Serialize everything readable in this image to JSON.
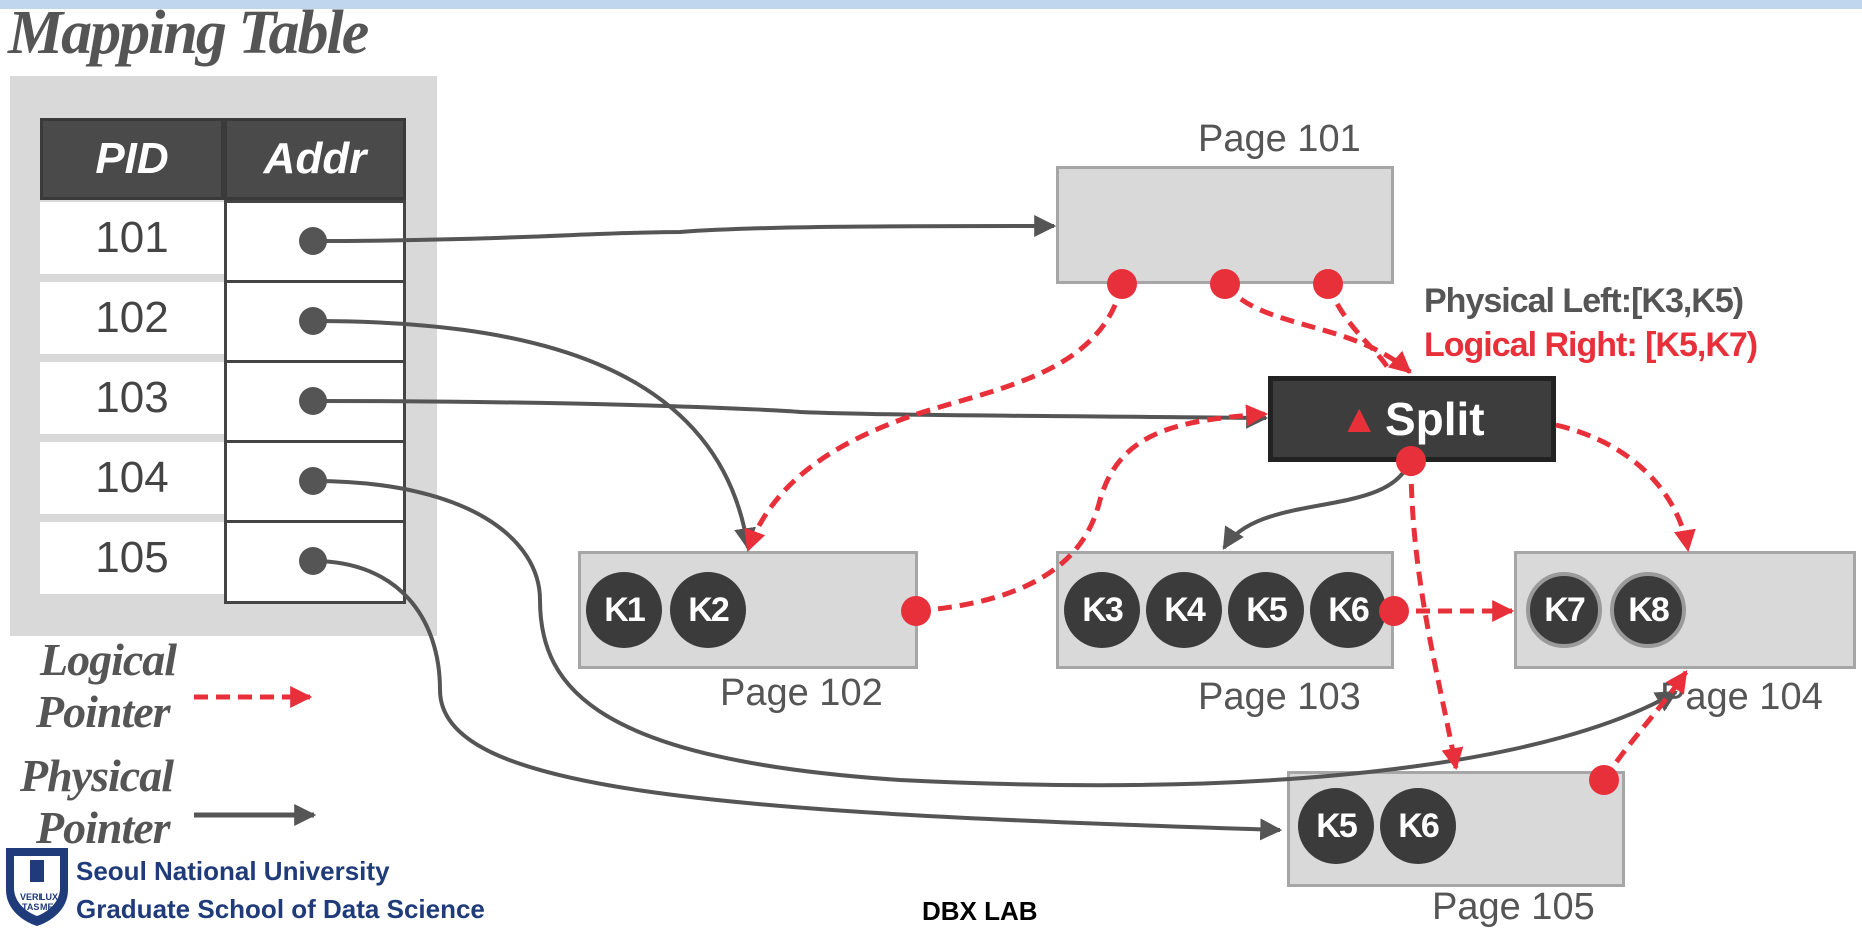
{
  "title": "Mapping Table",
  "table": {
    "headers": {
      "pid": "PID",
      "addr": "Addr"
    },
    "rows": [
      "101",
      "102",
      "103",
      "104",
      "105"
    ]
  },
  "legend": {
    "logical": [
      "Logical",
      "Pointer"
    ],
    "physical": [
      "Physical",
      "Pointer"
    ]
  },
  "pages": {
    "p101": "Page 101",
    "p102": "Page 102",
    "p103": "Page 103",
    "p104": "Page 104",
    "p105": "Page 105"
  },
  "keys": {
    "p102": [
      "K1",
      "K2"
    ],
    "p103": [
      "K3",
      "K4",
      "K5",
      "K6"
    ],
    "p104": [
      "K7",
      "K8"
    ],
    "p105": [
      "K5",
      "K6"
    ]
  },
  "split": {
    "label": "Split",
    "icon": "triangle-up-icon"
  },
  "notes": {
    "physical_left": "Physical Left:[K3,K5)",
    "logical_right": "Logical Right: [K5,K7)"
  },
  "footer": {
    "university": "Seoul National University",
    "school": "Graduate School of Data Science",
    "lab": "DBX LAB",
    "logo_text": [
      "VERI",
      "LUX",
      "TAS",
      "MEA"
    ]
  },
  "colors": {
    "logical": "#e8303a",
    "physical": "#555555",
    "page_fill": "#d9d9d9",
    "brand": "#1f3b7a"
  }
}
